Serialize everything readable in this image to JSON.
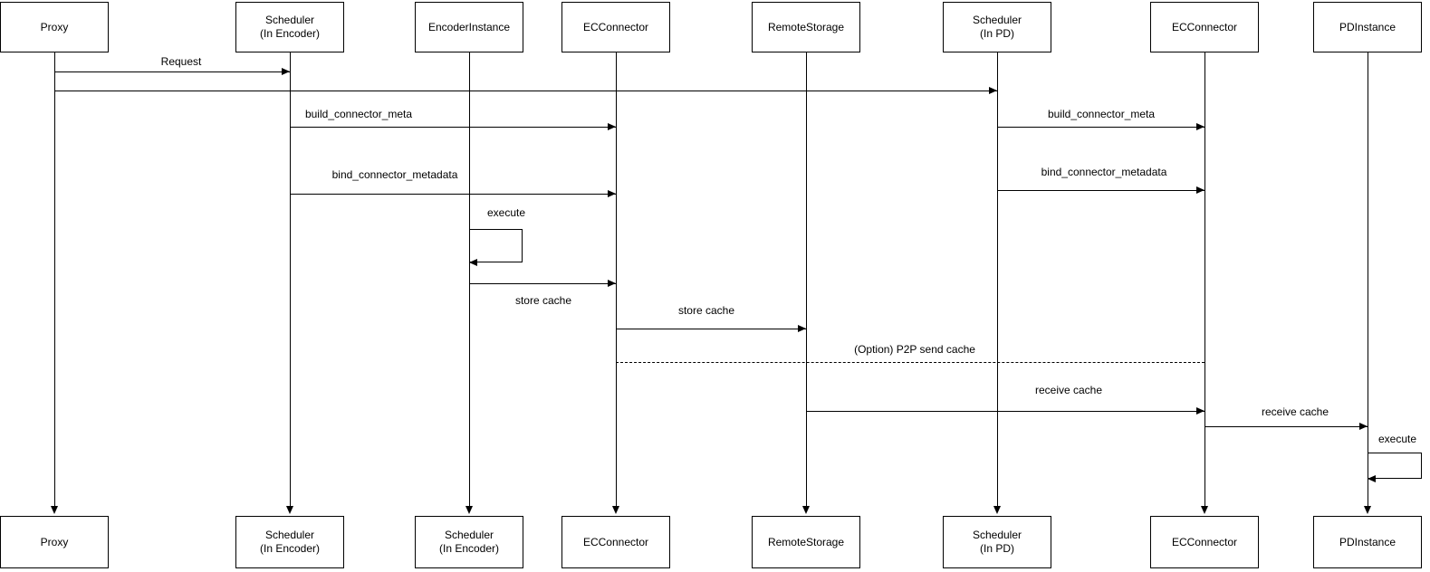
{
  "diagram": {
    "actors": {
      "proxy": {
        "top": {
          "line1": "Proxy"
        },
        "bottom": {
          "line1": "Proxy"
        }
      },
      "scheduler_in_encoder": {
        "top": {
          "line1": "Scheduler",
          "line2": "(In Encoder)"
        },
        "bottom": {
          "line1": "Scheduler",
          "line2": "(In Encoder)"
        }
      },
      "encoder_instance": {
        "top": {
          "line1": "EncoderInstance"
        },
        "bottom": {
          "line1": "Scheduler",
          "line2": "(In Encoder)"
        }
      },
      "ec_connector_encoder": {
        "top": {
          "line1": "ECConnector"
        },
        "bottom": {
          "line1": "ECConnector"
        }
      },
      "remote_storage": {
        "top": {
          "line1": "RemoteStorage"
        },
        "bottom": {
          "line1": "RemoteStorage"
        }
      },
      "scheduler_in_pd": {
        "top": {
          "line1": "Scheduler",
          "line2": "(In PD)"
        },
        "bottom": {
          "line1": "Scheduler",
          "line2": "(In PD)"
        }
      },
      "ec_connector_pd": {
        "top": {
          "line1": "ECConnector"
        },
        "bottom": {
          "line1": "ECConnector"
        }
      },
      "pd_instance": {
        "top": {
          "line1": "PDInstance"
        },
        "bottom": {
          "line1": "PDInstance"
        }
      }
    },
    "messages": {
      "request": {
        "label": "Request"
      },
      "proxy_to_pd_scheduler": {
        "label": ""
      },
      "build_connector_meta_encoder": {
        "label": "build_connector_meta"
      },
      "build_connector_meta_pd": {
        "label": "build_connector_meta"
      },
      "bind_connector_metadata_encoder": {
        "label": "bind_connector_metadata"
      },
      "bind_connector_metadata_pd": {
        "label": "bind_connector_metadata"
      },
      "execute_encoder": {
        "label": "execute"
      },
      "store_cache_encoder_to_ec": {
        "label": "store cache"
      },
      "store_cache_ec_to_storage": {
        "label": "store cache"
      },
      "p2p_send_cache": {
        "label": "(Option) P2P send cache"
      },
      "receive_cache_storage_to_ec": {
        "label": "receive cache"
      },
      "receive_cache_ec_to_pd": {
        "label": "receive cache"
      },
      "execute_pd": {
        "label": "execute"
      }
    },
    "colors": {
      "line": "#000000",
      "background": "#ffffff",
      "text": "#000000"
    }
  }
}
